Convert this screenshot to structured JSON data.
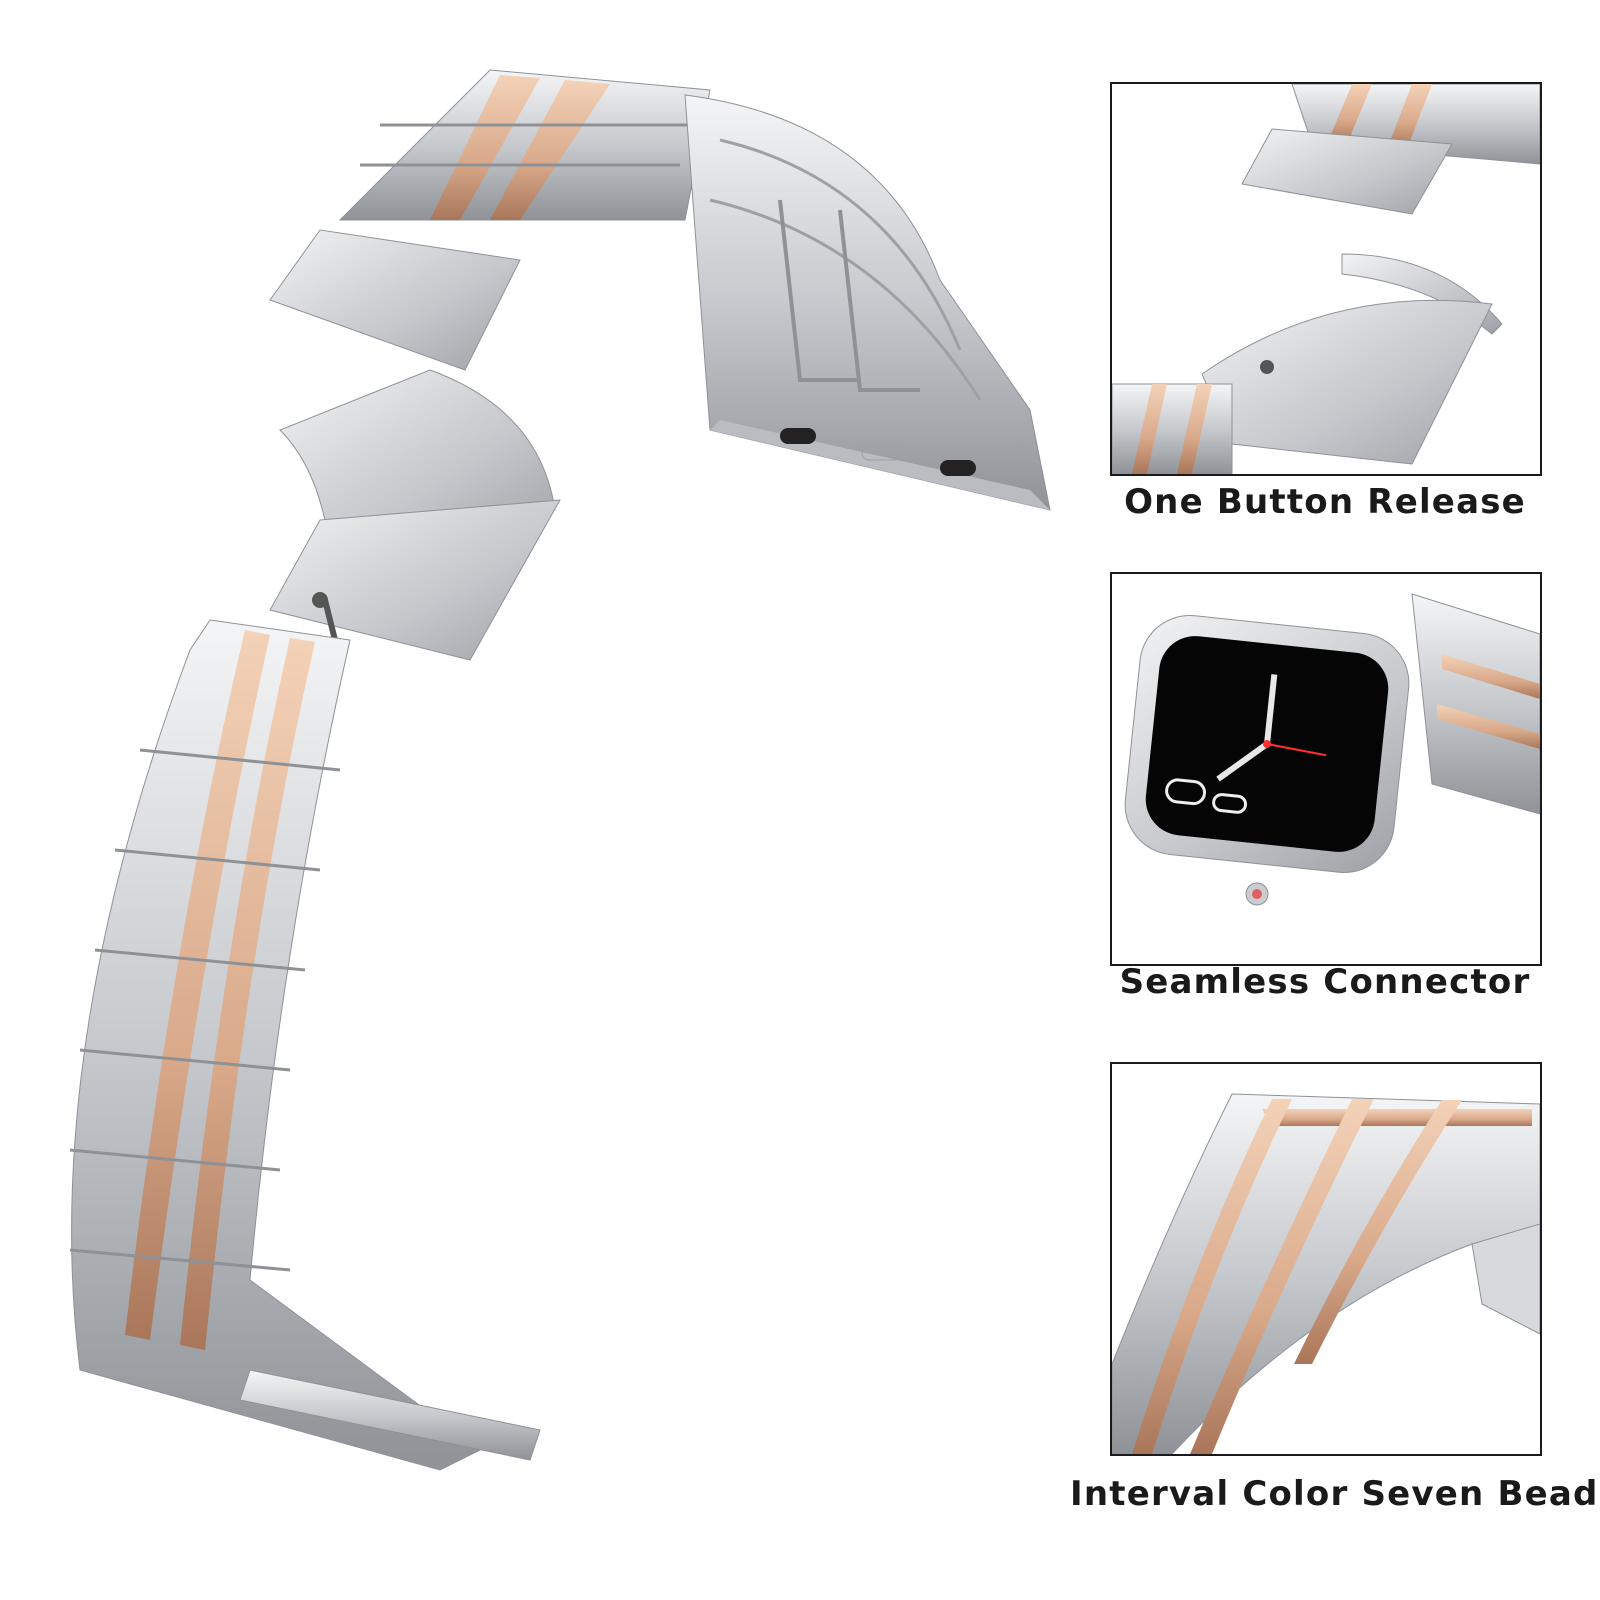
{
  "features": [
    {
      "caption": "One Button Release"
    },
    {
      "caption": "Seamless Connector"
    },
    {
      "caption": "Interval Color Seven Beads"
    }
  ],
  "colors": {
    "silver": "#c9ccd0",
    "silver_light": "#eef0f2",
    "silver_dark": "#8e9296",
    "rose_gold": "#e2b795",
    "rose_gold_dark": "#b88466",
    "frame": "#1a1a1a",
    "background": "#ffffff"
  }
}
